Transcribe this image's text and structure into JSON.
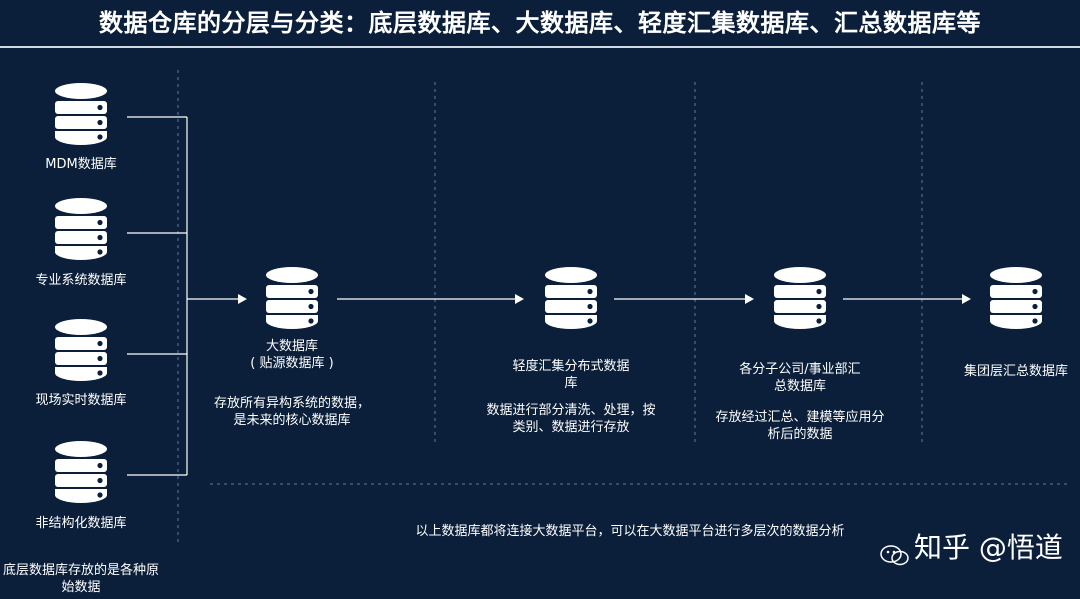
{
  "title": "数据仓库的分层与分类：底层数据库、大数据库、轻度汇集数据库、汇总数据库等",
  "sources": [
    {
      "label": "MDM数据库"
    },
    {
      "label": "专业系统数据库"
    },
    {
      "label": "现场实时数据库"
    },
    {
      "label": "非结构化数据库"
    }
  ],
  "source_note": "底层数据库存放的是各种原始数据",
  "stages": [
    {
      "label_lines": [
        "大数据库",
        "( 贴源数据库 )"
      ],
      "desc_lines": [
        "存放所有异构系统的数据，",
        "是未来的核心数据库"
      ]
    },
    {
      "label_lines": [
        "轻度汇集分布式数据",
        "库"
      ],
      "desc_lines": [
        "数据进行部分清洗、处理，按",
        "类别、数据进行存放"
      ]
    },
    {
      "label_lines": [
        "各分子公司/事业部汇",
        "总数据库"
      ],
      "desc_lines": [
        "存放经过汇总、建模等应用分",
        "析后的数据"
      ]
    },
    {
      "label_lines": [
        "集团层汇总数据库"
      ],
      "desc_lines": []
    }
  ],
  "bottom_note": "以上数据库都将连接大数据平台，可以在大数据平台进行多层次的数据分析",
  "watermark": "知乎 @悟道",
  "colors": {
    "background": "#0b1f3a",
    "icon": "#ffffff",
    "icon_band": "#0b1f3a",
    "line": "#ffffff",
    "dotted": "#5f7aa3"
  }
}
